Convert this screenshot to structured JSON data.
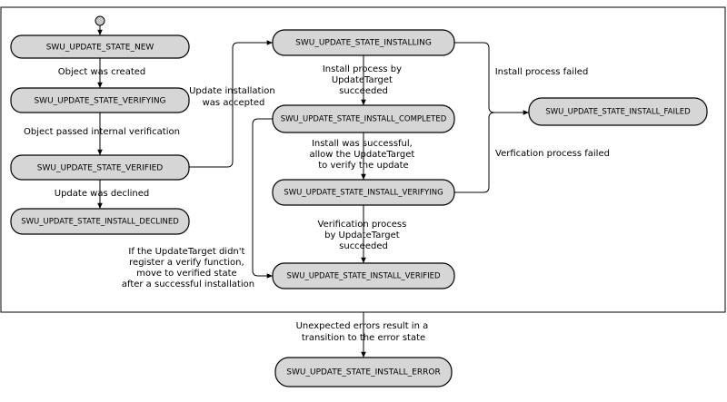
{
  "states": {
    "new": "SWU_UPDATE_STATE_NEW",
    "verifying": "SWU_UPDATE_STATE_VERIFYING",
    "verified": "SWU_UPDATE_STATE_VERIFIED",
    "install_declined": "SWU_UPDATE_STATE_INSTALL_DECLINED",
    "installing": "SWU_UPDATE_STATE_INSTALLING",
    "install_completed": "SWU_UPDATE_STATE_INSTALL_COMPLETED",
    "install_verifying": "SWU_UPDATE_STATE_INSTALL_VERIFYING",
    "install_verified": "SWU_UPDATE_STATE_INSTALL_VERIFIED",
    "install_failed": "SWU_UPDATE_STATE_INSTALL_FAILED",
    "install_error": "SWU_UPDATE_STATE_INSTALL_ERROR"
  },
  "transitions": {
    "object_created": [
      "Object was created"
    ],
    "passed_verification": [
      "Object passed internal verification"
    ],
    "declined": [
      "Update was declined"
    ],
    "accepted": [
      "Update installation",
      "was accepted"
    ],
    "install_succeeded": [
      "Install process by",
      "UpdateTarget",
      "succeeded"
    ],
    "install_failed": [
      "Install process failed"
    ],
    "install_successful": [
      "Install was successful,",
      "allow the UpdateTarget",
      "to verify the update"
    ],
    "verification_failed": [
      "Verfication process failed"
    ],
    "verification_succeeded": [
      "Verification process",
      "by UpdateTarget",
      "succeeded"
    ],
    "no_verify_function": [
      "If the UpdateTarget didn't",
      "register a verify function,",
      "move to verified state",
      "after a successful installation"
    ],
    "unexpected_errors": [
      "Unexpected errors result in a",
      "transition to the error state"
    ]
  },
  "colors": {
    "state_fill": "#d6d6d6",
    "initial_fill": "#c8c8c8",
    "stroke": "#000000",
    "background": "#ffffff"
  }
}
